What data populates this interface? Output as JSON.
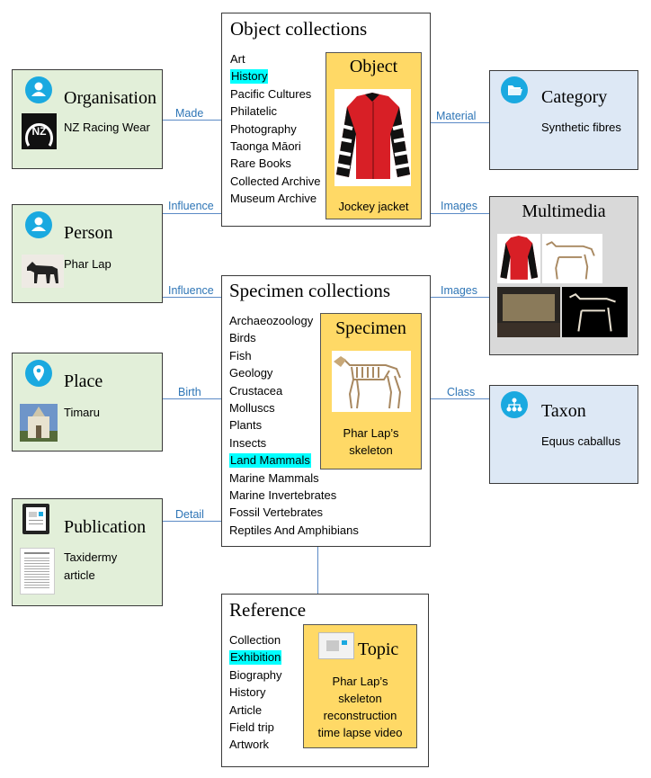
{
  "object_collections": {
    "title": "Object collections",
    "items": [
      "Art",
      "History",
      "Pacific Cultures",
      "Philatelic",
      "Photography",
      "Taonga Māori",
      "Rare Books",
      "Collected Archive",
      "Museum Archive"
    ],
    "highlighted": "History",
    "object": {
      "title": "Object",
      "caption": "Jockey jacket"
    }
  },
  "specimen_collections": {
    "title": "Specimen collections",
    "items": [
      "Archaeozoology",
      "Birds",
      "Fish",
      "Geology",
      "Crustacea",
      "Molluscs",
      "Plants",
      "Insects",
      "Land Mammals",
      "Marine Mammals",
      "Marine Invertebrates",
      "Fossil Vertebrates",
      "Reptiles And Amphibians"
    ],
    "highlighted": "Land Mammals",
    "specimen": {
      "title": "Specimen",
      "caption_line1": "Phar Lap’s",
      "caption_line2": "skeleton"
    }
  },
  "reference": {
    "title": "Reference",
    "items": [
      "Collection",
      "Exhibition",
      "Biography",
      "History",
      "Article",
      "Field trip",
      "Artwork"
    ],
    "highlighted": "Exhibition",
    "topic": {
      "title": "Topic",
      "caption_lines": [
        "Phar Lap’s",
        "skeleton",
        "reconstruction",
        "time lapse video"
      ]
    }
  },
  "organisation": {
    "title": "Organisation",
    "text": "NZ Racing Wear",
    "logo_text": "NZ"
  },
  "person": {
    "title": "Person",
    "text": "Phar Lap"
  },
  "place": {
    "title": "Place",
    "text": "Timaru"
  },
  "publication": {
    "title": "Publication",
    "text_line1": "Taxidermy",
    "text_line2": "article"
  },
  "category": {
    "title": "Category",
    "text": "Synthetic fibres"
  },
  "multimedia": {
    "title": "Multimedia"
  },
  "taxon": {
    "title": "Taxon",
    "text": "Equus caballus"
  },
  "links": {
    "made": "Made",
    "influence_top": "Influence",
    "influence_bottom": "Influence",
    "birth": "Birth",
    "detail": "Detail",
    "material": "Material",
    "images_top": "Images",
    "images_bottom": "Images",
    "class": "Class"
  },
  "colors": {
    "entity_left": "#e2efd9",
    "entity_right": "#dde8f5",
    "multimedia": "#d9d9d9",
    "card": "#ffd966",
    "highlight": "#00ffff",
    "icon": "#1aa9e0",
    "link": "#2e75b6"
  },
  "icons": [
    "person-icon",
    "location-pin-icon",
    "folder-icon",
    "hierarchy-icon",
    "document-icon",
    "image-icon"
  ]
}
